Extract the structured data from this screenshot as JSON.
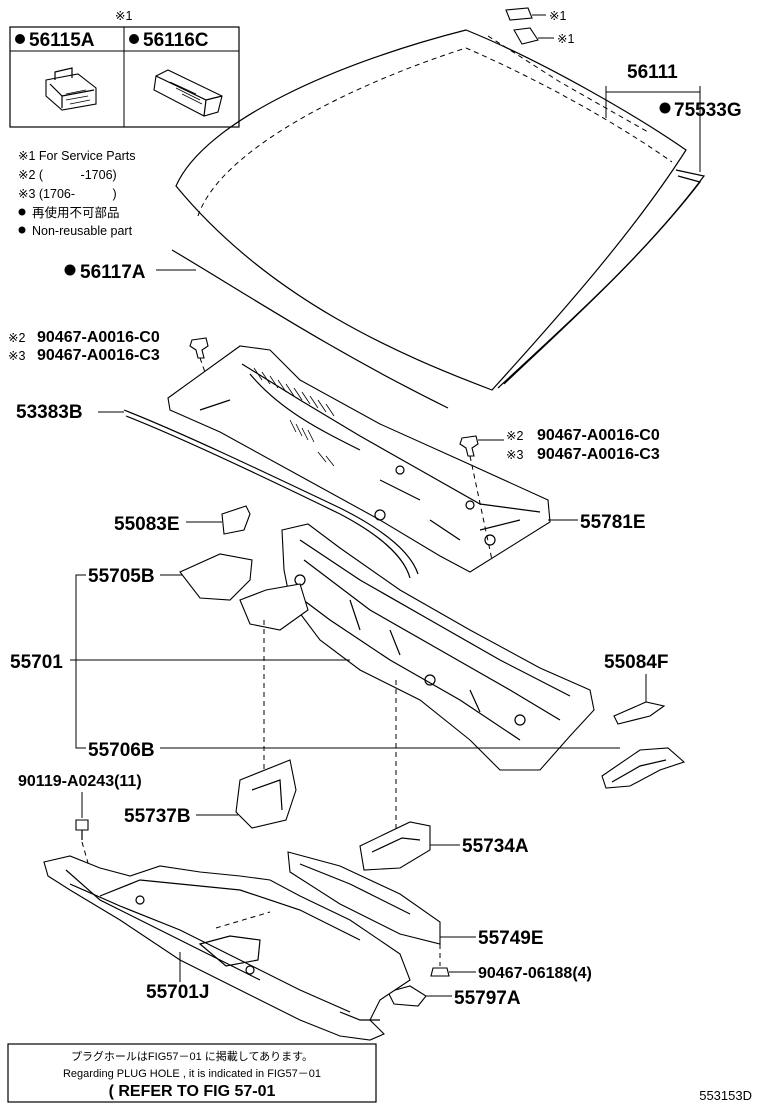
{
  "legend_box": {
    "header_mark": "※1",
    "part_a": "56115A",
    "part_b": "56116C"
  },
  "notes": [
    "※1 For Service Parts",
    "※2 (　　　-1706)",
    "※3 (1706-　　　)",
    "再使用不可部品",
    "Non-reusable part"
  ],
  "windshield_marks": {
    "clip_mark": "※1",
    "fastener_mark": "※1"
  },
  "parts": {
    "p56111": "56111",
    "p75533G": "75533G",
    "p56117A": "56117A",
    "clip_top_c2_mark": "※2",
    "clip_top_c2": "90467-A0016-C0",
    "clip_top_c3_mark": "※3",
    "clip_top_c3": "90467-A0016-C3",
    "p53383B": "53383B",
    "clip_mid_c2_mark": "※2",
    "clip_mid_c2": "90467-A0016-C0",
    "clip_mid_c3_mark": "※3",
    "clip_mid_c3": "90467-A0016-C3",
    "p55083E": "55083E",
    "p55781E": "55781E",
    "p55705B": "55705B",
    "p55701": "55701",
    "p55084F": "55084F",
    "p55706B": "55706B",
    "p90119": "90119-A0243(11)",
    "p55737B": "55737B",
    "p55734A": "55734A",
    "p55749E": "55749E",
    "p90467_06188": "90467-06188(4)",
    "p55701J": "55701J",
    "p55797A": "55797A"
  },
  "footer": {
    "line_jp": "プラグホールはFIG57－01 に掲載してあります。",
    "line_en": "Regarding  PLUG HOLE , it is indicated  in  FIG57－01",
    "line_ref": "( REFER TO FIG 57-01",
    "figure_code": "553153D"
  }
}
